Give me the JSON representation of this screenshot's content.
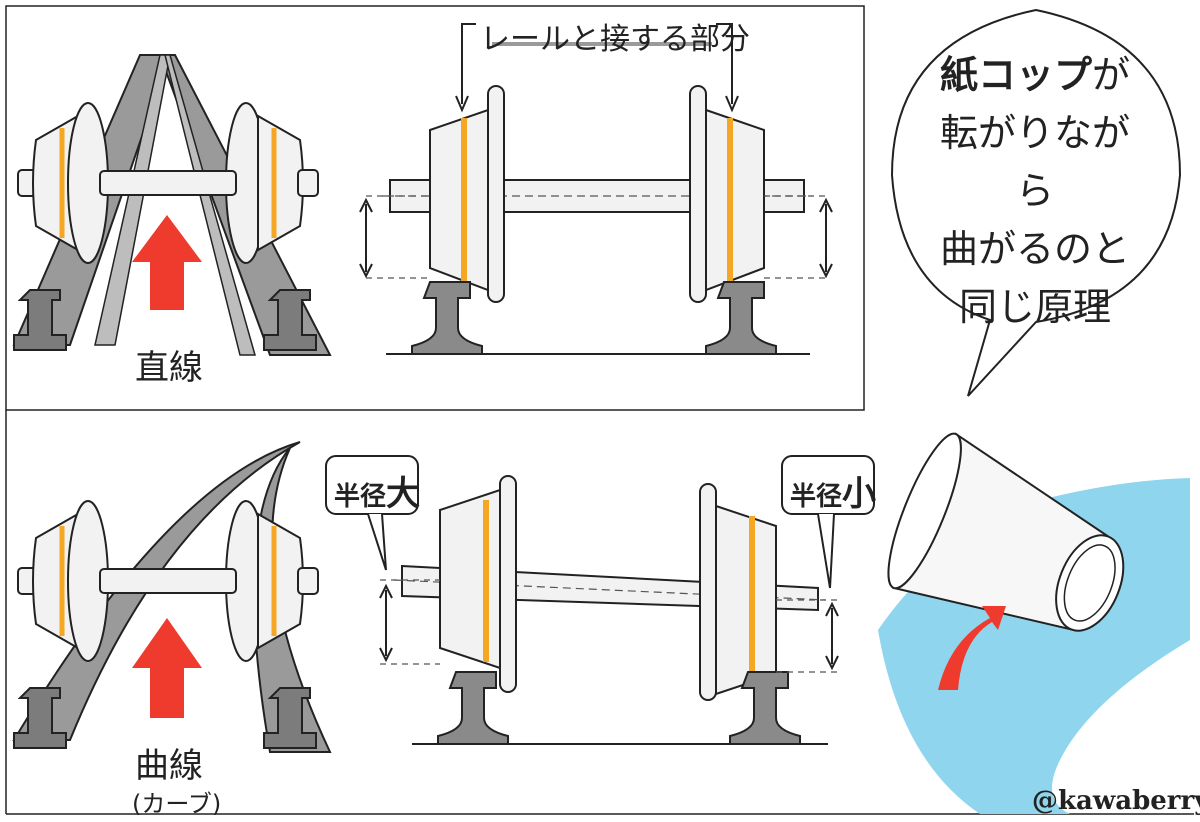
{
  "labels": {
    "straight": "直線",
    "curve": "曲線",
    "curve_sub": "(カーブ)",
    "rail_contact": "レールと接する部分",
    "radius_prefix": "半径",
    "radius_big": "大",
    "radius_small": "小"
  },
  "speech": {
    "line1_strong": "紙コップ",
    "line1_rest": "が",
    "line2": "転がりながら",
    "line3": "曲がるのと",
    "line4": "同じ原理"
  },
  "credit": "@kawaberry",
  "colors": {
    "outline": "#222222",
    "wheel_fill": "#f2f2f2",
    "rail_fill": "#8a8a8a",
    "orange_band": "#f5a623",
    "arrow_red": "#ee3b2e",
    "water_blue": "#8fd5ee"
  }
}
